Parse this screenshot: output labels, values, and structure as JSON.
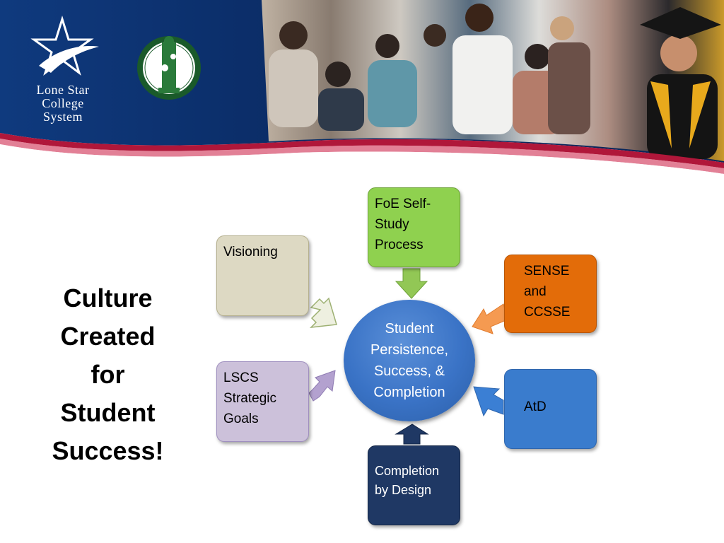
{
  "logo": {
    "name_line1": "Lone Star",
    "name_line2": "College",
    "name_line3": "System"
  },
  "title_lines": [
    "Culture",
    "Created",
    "for",
    "Student",
    "Success!"
  ],
  "center": {
    "lines": [
      "Student",
      "Persistence,",
      "Success, &",
      "Completion"
    ],
    "color": "#3a73c6"
  },
  "nodes": [
    {
      "id": "foe",
      "lines": [
        "FoE Self-",
        "Study",
        "Process"
      ],
      "color": "#8fd14f"
    },
    {
      "id": "visioning",
      "lines": [
        "Visioning"
      ],
      "color": "#ddd9c3"
    },
    {
      "id": "sense",
      "lines": [
        "SENSE",
        "and",
        "CCSSE"
      ],
      "color": "#e36c09"
    },
    {
      "id": "lscs",
      "lines": [
        "LSCS",
        "Strategic",
        "Goals"
      ],
      "color": "#ccc1da"
    },
    {
      "id": "atd",
      "lines": [
        "AtD"
      ],
      "color": "#3a7ccd"
    },
    {
      "id": "cbd",
      "lines": [
        "Completion",
        "by Design"
      ],
      "color": "#1f3864"
    }
  ],
  "colors": {
    "banner_blue": "#0d2f6b",
    "banner_red": "#b0173a",
    "title_text": "#000000"
  }
}
